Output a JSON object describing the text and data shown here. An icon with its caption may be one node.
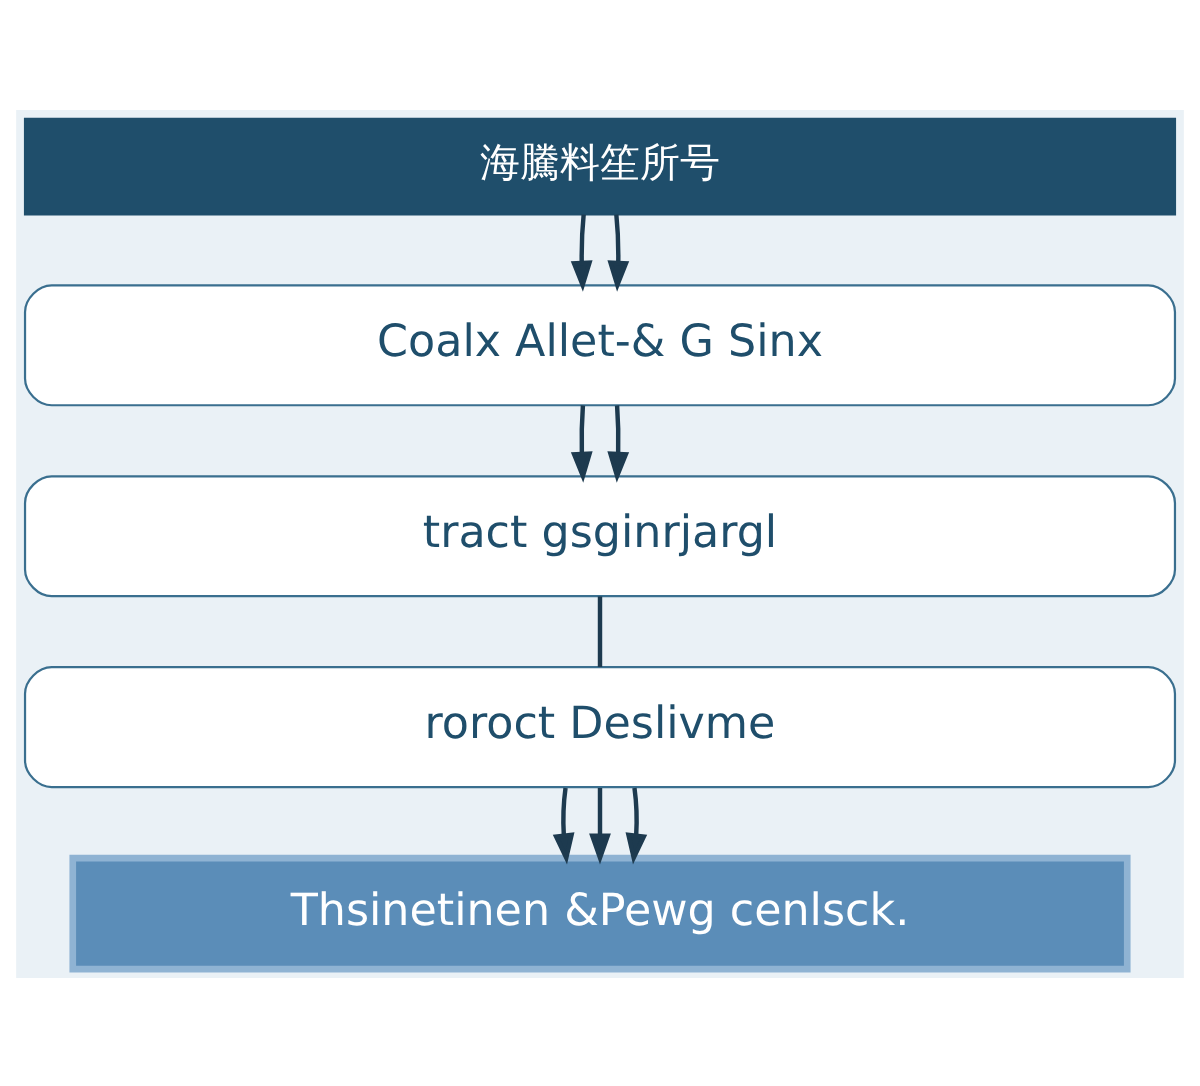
{
  "diagram": {
    "nodes": [
      {
        "text": [
          "海騰料笙所号"
        ]
      },
      {
        "text": [
          "Coalx Allet-& G Sinx"
        ]
      },
      {
        "text": [
          "tract gsginrjargl"
        ]
      },
      {
        "text": [
          "roroct Deslivme"
        ]
      },
      {
        "text": [
          "Thsinetinen &Pewg cenlsck."
        ]
      }
    ],
    "edges": [
      {
        "from": 0,
        "to": 1,
        "arrow": "to"
      },
      {
        "from": 0,
        "to": 1,
        "arrow": "to"
      },
      {
        "from": 1,
        "to": 2,
        "arrow": "to"
      },
      {
        "from": 1,
        "to": 2,
        "arrow": "to"
      },
      {
        "from": 2,
        "to": 3,
        "arrow": "none"
      },
      {
        "from": 3,
        "to": 4,
        "arrow": "to"
      },
      {
        "from": 3,
        "to": 4,
        "arrow": "to"
      },
      {
        "from": 3,
        "to": 4,
        "arrow": "to"
      }
    ]
  }
}
